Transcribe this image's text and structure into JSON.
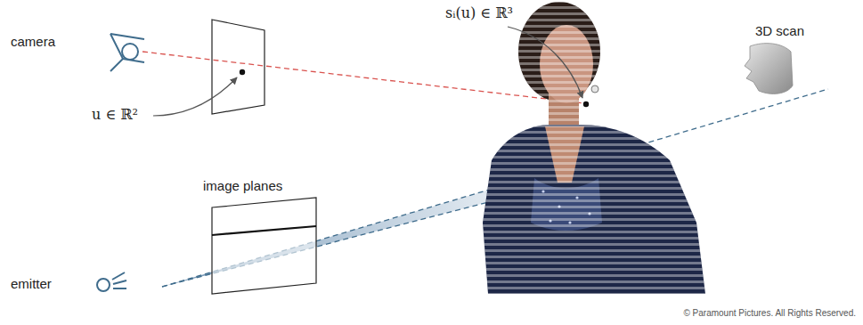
{
  "diagram": {
    "labels": [
      "camera",
      "u ∈ ℝ²",
      "image planes",
      "sᵢ(u) ∈ ℝ³",
      "3D scan",
      "emitter",
      "© Paramount Pictures. All Rights Reserved."
    ]
  }
}
